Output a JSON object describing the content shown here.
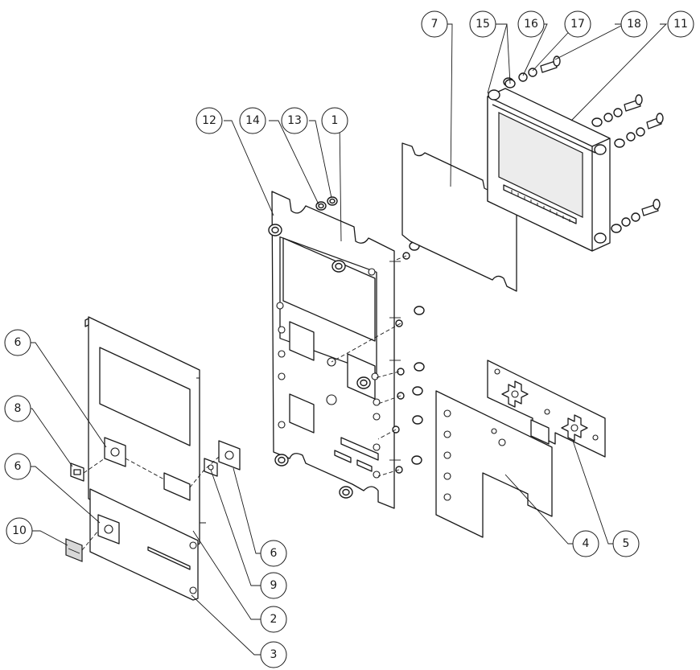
{
  "balloons": [
    {
      "id": "b7",
      "label": "7"
    },
    {
      "id": "b15",
      "label": "15"
    },
    {
      "id": "b16",
      "label": "16"
    },
    {
      "id": "b17",
      "label": "17"
    },
    {
      "id": "b18",
      "label": "18"
    },
    {
      "id": "b11",
      "label": "11"
    },
    {
      "id": "b12",
      "label": "12"
    },
    {
      "id": "b14",
      "label": "14"
    },
    {
      "id": "b13",
      "label": "13"
    },
    {
      "id": "b1",
      "label": "1"
    },
    {
      "id": "b6a",
      "label": "6"
    },
    {
      "id": "b8",
      "label": "8"
    },
    {
      "id": "b6b",
      "label": "6"
    },
    {
      "id": "b10",
      "label": "10"
    },
    {
      "id": "b6c",
      "label": "6"
    },
    {
      "id": "b9",
      "label": "9"
    },
    {
      "id": "b2",
      "label": "2"
    },
    {
      "id": "b3",
      "label": "3"
    },
    {
      "id": "b4",
      "label": "4"
    },
    {
      "id": "b5",
      "label": "5"
    }
  ]
}
